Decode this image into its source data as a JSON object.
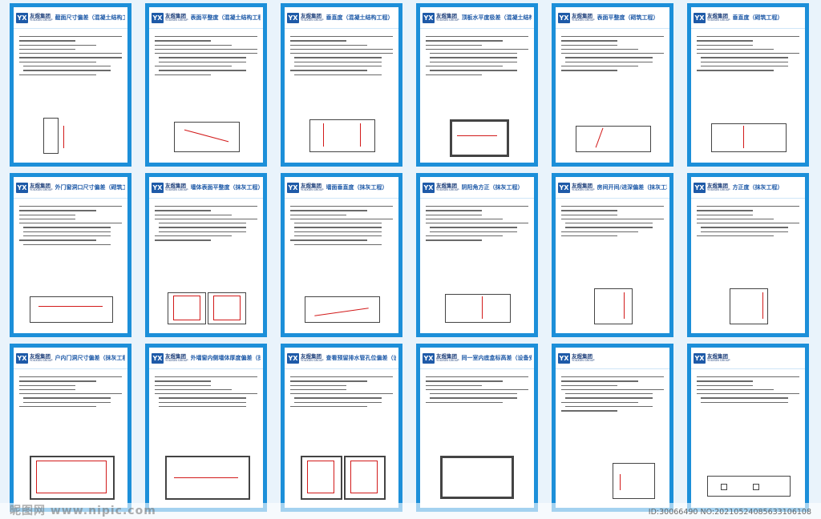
{
  "brand": {
    "cn": "友煜集团",
    "en": "YOUXUN GROUP",
    "mark": "YX"
  },
  "cards": [
    {
      "title": "截面尺寸偏差（混凝土结构工程）"
    },
    {
      "title": "表面平整度（混凝土结构工程）"
    },
    {
      "title": "垂直度（混凝土结构工程）"
    },
    {
      "title": "顶板水平度极差（混凝土结构工程）"
    },
    {
      "title": "表面平整度（砌筑工程）"
    },
    {
      "title": "垂直度（砌筑工程）"
    },
    {
      "title": "外门窗洞口尺寸偏差（砌筑工程）"
    },
    {
      "title": "墙体表面平整度（抹灰工程）"
    },
    {
      "title": "墙面垂直度（抹灰工程）"
    },
    {
      "title": "阴阳角方正（抹灰工程）"
    },
    {
      "title": "房间开间/进深偏差（抹灰工程）"
    },
    {
      "title": "方正度（抹灰工程）"
    },
    {
      "title": "户内门洞尺寸偏差（抹灰工程）"
    },
    {
      "title": "外墙窗内侧墙体厚度偏差（抹灰工程）"
    },
    {
      "title": "查看预留排水管孔位偏差（设备安装）"
    },
    {
      "title": "同一室内底盒标高差（设备安装）"
    }
  ],
  "watermark": {
    "left": "昵图网 www.nipic.com",
    "right": "ID:30066490 NO:20210524085633106108"
  },
  "colors": {
    "frame": "#1c8fd9",
    "title": "#1e5aa8",
    "marker": "#d21a1a"
  }
}
